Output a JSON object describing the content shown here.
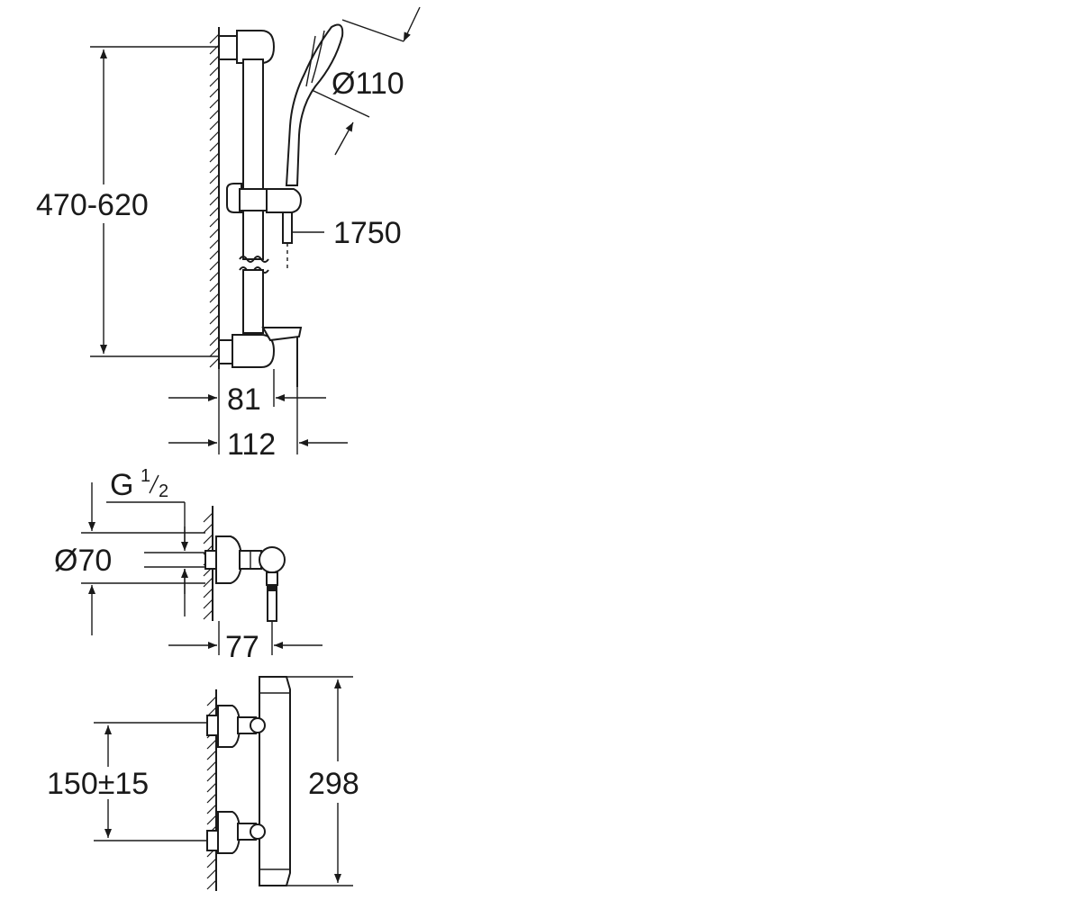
{
  "dimensions": {
    "rail_height": "470-620",
    "handshower_diameter": "Ø110",
    "hose_length": "1750",
    "rail_depth_81": "81",
    "rail_depth_112": "112",
    "connection_thread_main": "G",
    "connection_thread_num": "1",
    "connection_thread_den": "2",
    "escutcheon_diameter": "Ø70",
    "mixer_depth": "77",
    "inlet_spacing": "150±15",
    "mixer_height": "298"
  },
  "colors": {
    "line": "#1a1a1a",
    "background": "#ffffff"
  }
}
